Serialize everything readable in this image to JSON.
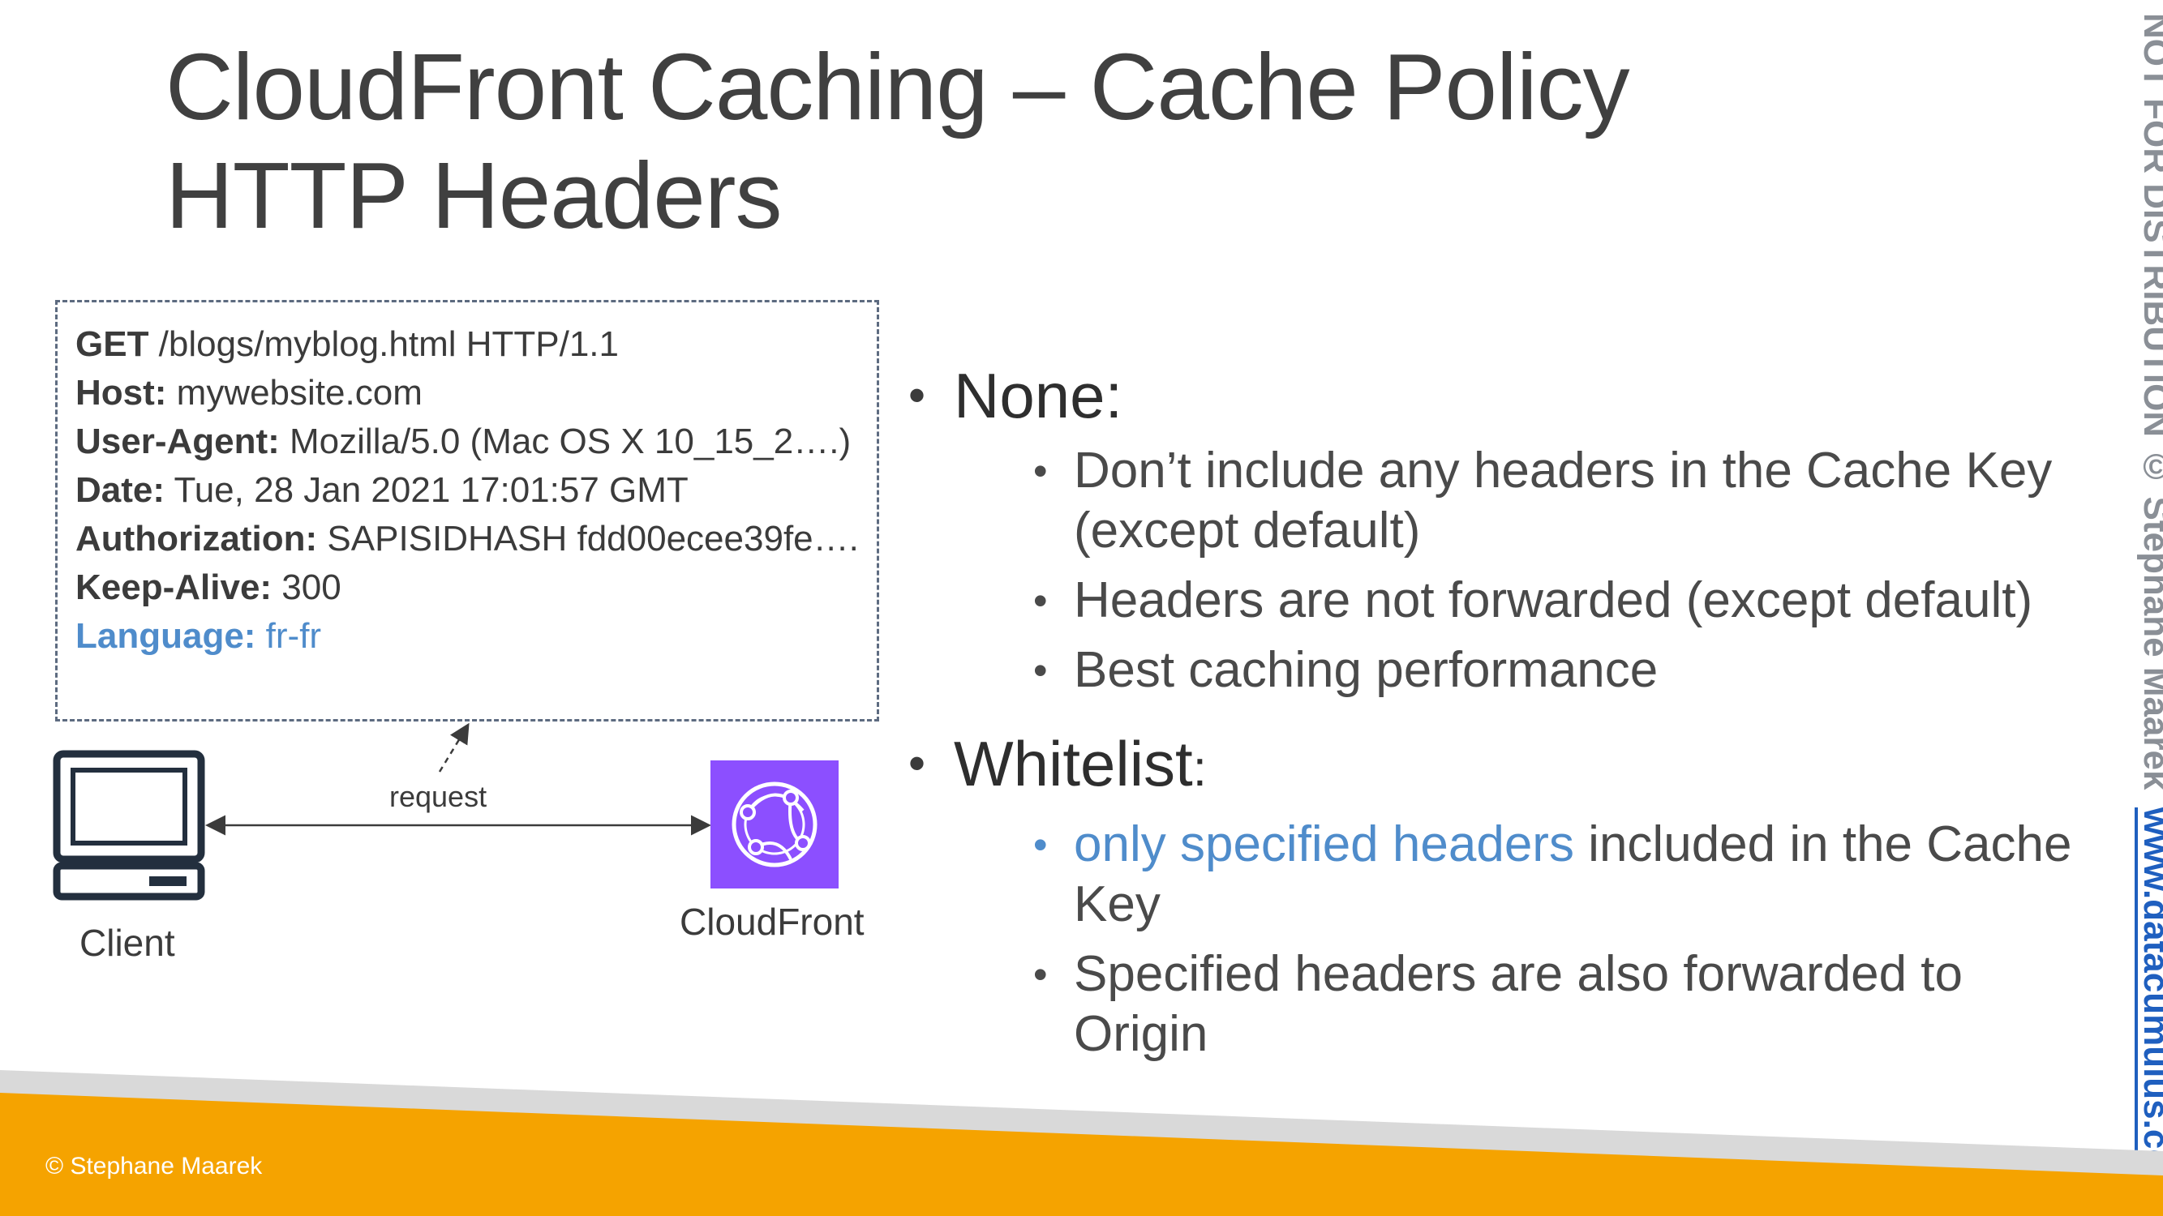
{
  "title": {
    "line1": "CloudFront Caching – Cache Policy",
    "line2": "HTTP Headers"
  },
  "request": {
    "lines": [
      {
        "key": "GET",
        "value": " /blogs/myblog.html HTTP/1.1"
      },
      {
        "key": "Host:",
        "value": " mywebsite.com"
      },
      {
        "key": "User-Agent:",
        "value": " Mozilla/5.0 (Mac OS X 10_15_2….)"
      },
      {
        "key": "Date:",
        "value": " Tue, 28 Jan 2021 17:01:57 GMT"
      },
      {
        "key": "Authorization:",
        "value": " SAPISIDHASH fdd00ecee39fe…."
      },
      {
        "key": "Keep-Alive:",
        "value": " 300"
      },
      {
        "key": "Language:",
        "value": " fr-fr"
      }
    ]
  },
  "diagram": {
    "client_label": "Client",
    "cloudfront_label": "CloudFront",
    "request_label": "request"
  },
  "bullets": {
    "none": {
      "heading": "None:",
      "items": [
        "Don’t include any headers in the Cache Key (except default)",
        "Headers are not forwarded (except default)",
        "Best caching performance"
      ]
    },
    "whitelist": {
      "heading": "Whitelist",
      "heading_suffix": ":",
      "item1_highlight": "only specified headers",
      "item1_rest": " included in the Cache Key",
      "item2": "Specified headers are also forwarded to Origin"
    }
  },
  "watermark": {
    "text": "NOT FOR DISTRIBUTION © Stephane Maarek",
    "link": "www.datacumulus.com"
  },
  "footer": {
    "copyright": "© Stephane Maarek"
  },
  "colors": {
    "accent_blue": "#4f8ccb",
    "footer_orange": "#f5a300",
    "footer_gray": "#d9d9d9",
    "cloudfront_purple": "#8c4fff",
    "link_blue": "#1f5fbf"
  }
}
